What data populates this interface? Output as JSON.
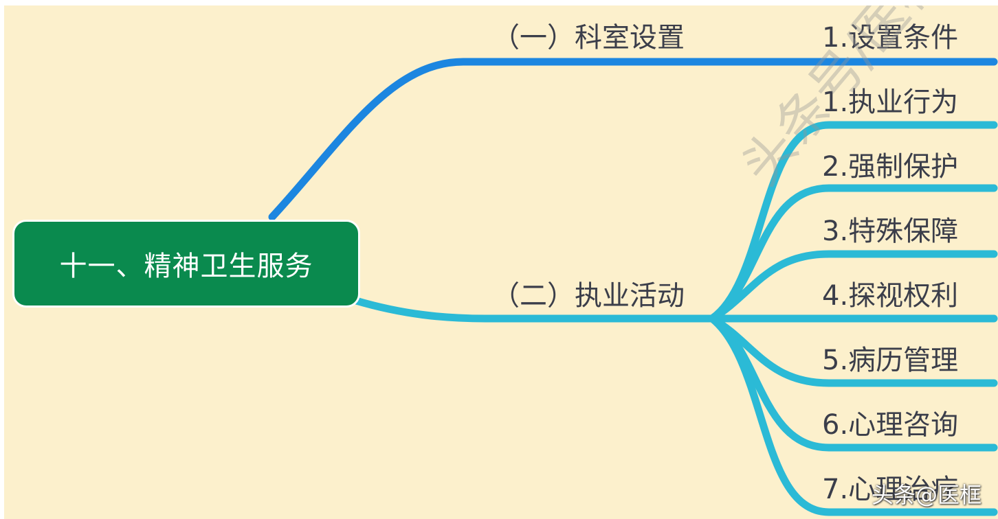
{
  "root": {
    "label": "十一、精神卫生服务"
  },
  "branches": [
    {
      "label": "（一）科室设置",
      "leaves": [
        "1.设置条件"
      ]
    },
    {
      "label": "（二）执业活动",
      "leaves": [
        "1.执业行为",
        "2.强制保护",
        "3.特殊保障",
        "4.探视权利",
        "5.病历管理",
        "6.心理咨询",
        "7.心理治疗"
      ]
    }
  ],
  "watermarks": {
    "diagonal": "头条号/医框",
    "corner": "头条@医框"
  },
  "colors": {
    "background": "#fcf0cc",
    "root_fill": "#0a8a4e",
    "branch_1_line": "#1c86e0",
    "branch_2_line": "#2bbad6",
    "text": "#3b3e4a"
  }
}
